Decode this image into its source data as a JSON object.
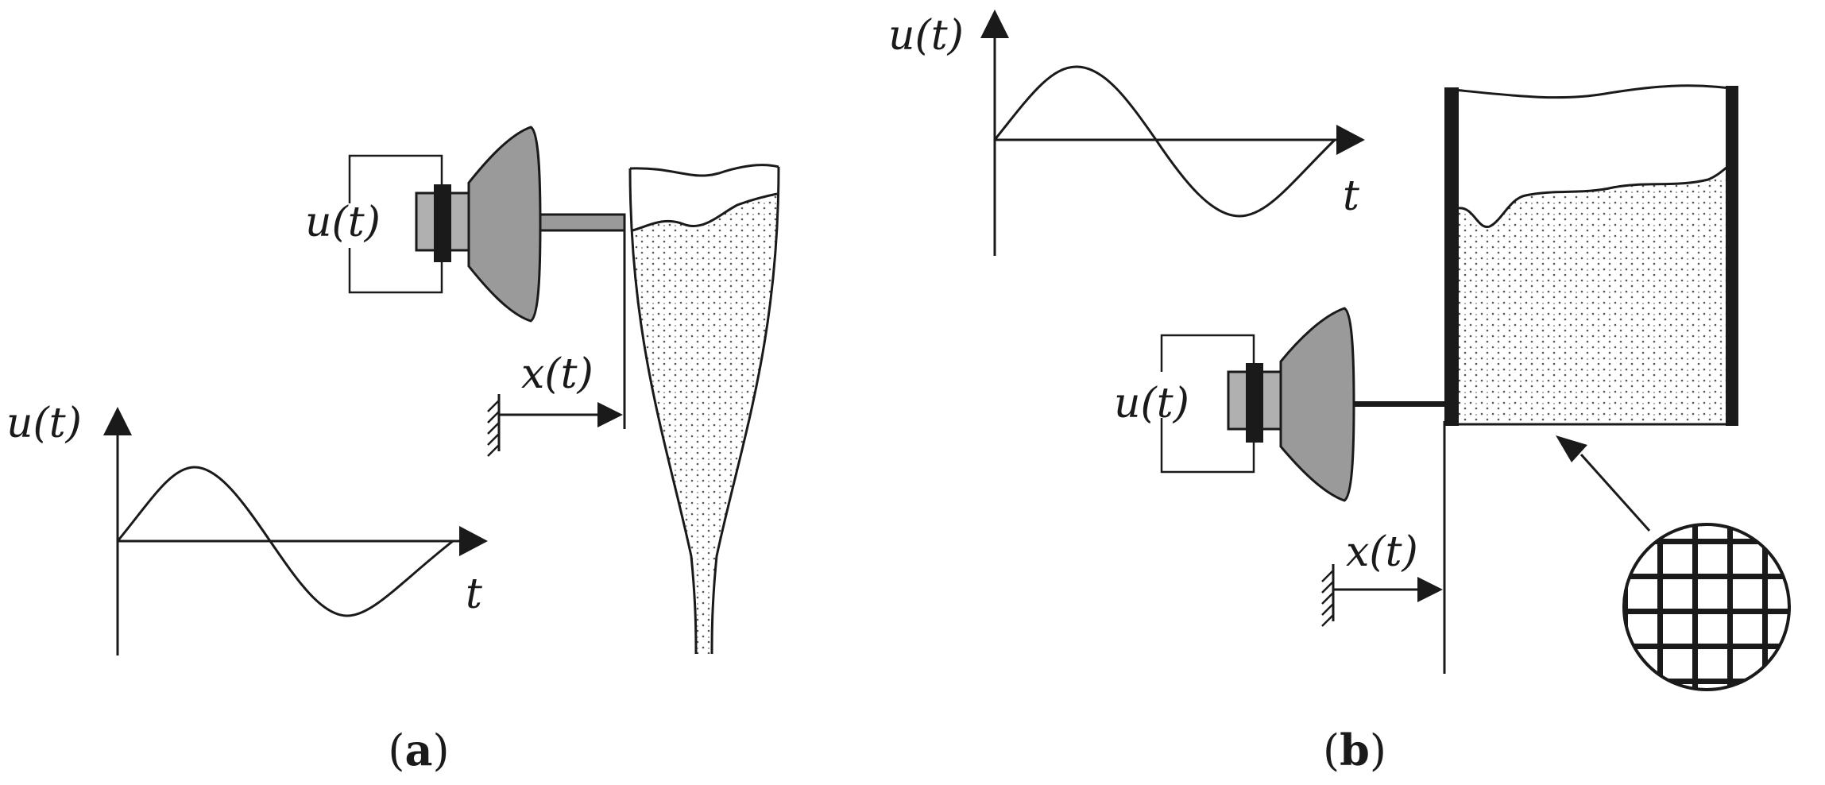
{
  "panel_a": {
    "caption_open": "(",
    "caption_letter": "a",
    "caption_close": ")",
    "graph_y_label": "u(t)",
    "graph_x_label": "t",
    "source_label": "u(t)",
    "displacement_label": "x(t)"
  },
  "panel_b": {
    "caption_open": "(",
    "caption_letter": "b",
    "caption_close": ")",
    "graph_y_label": "u(t)",
    "graph_x_label": "t",
    "source_label": "u(t)",
    "displacement_label": "x(t)"
  },
  "colors": {
    "ink": "#1a1a1a",
    "device_gray": "#9a9a9a",
    "background": "#ffffff"
  }
}
